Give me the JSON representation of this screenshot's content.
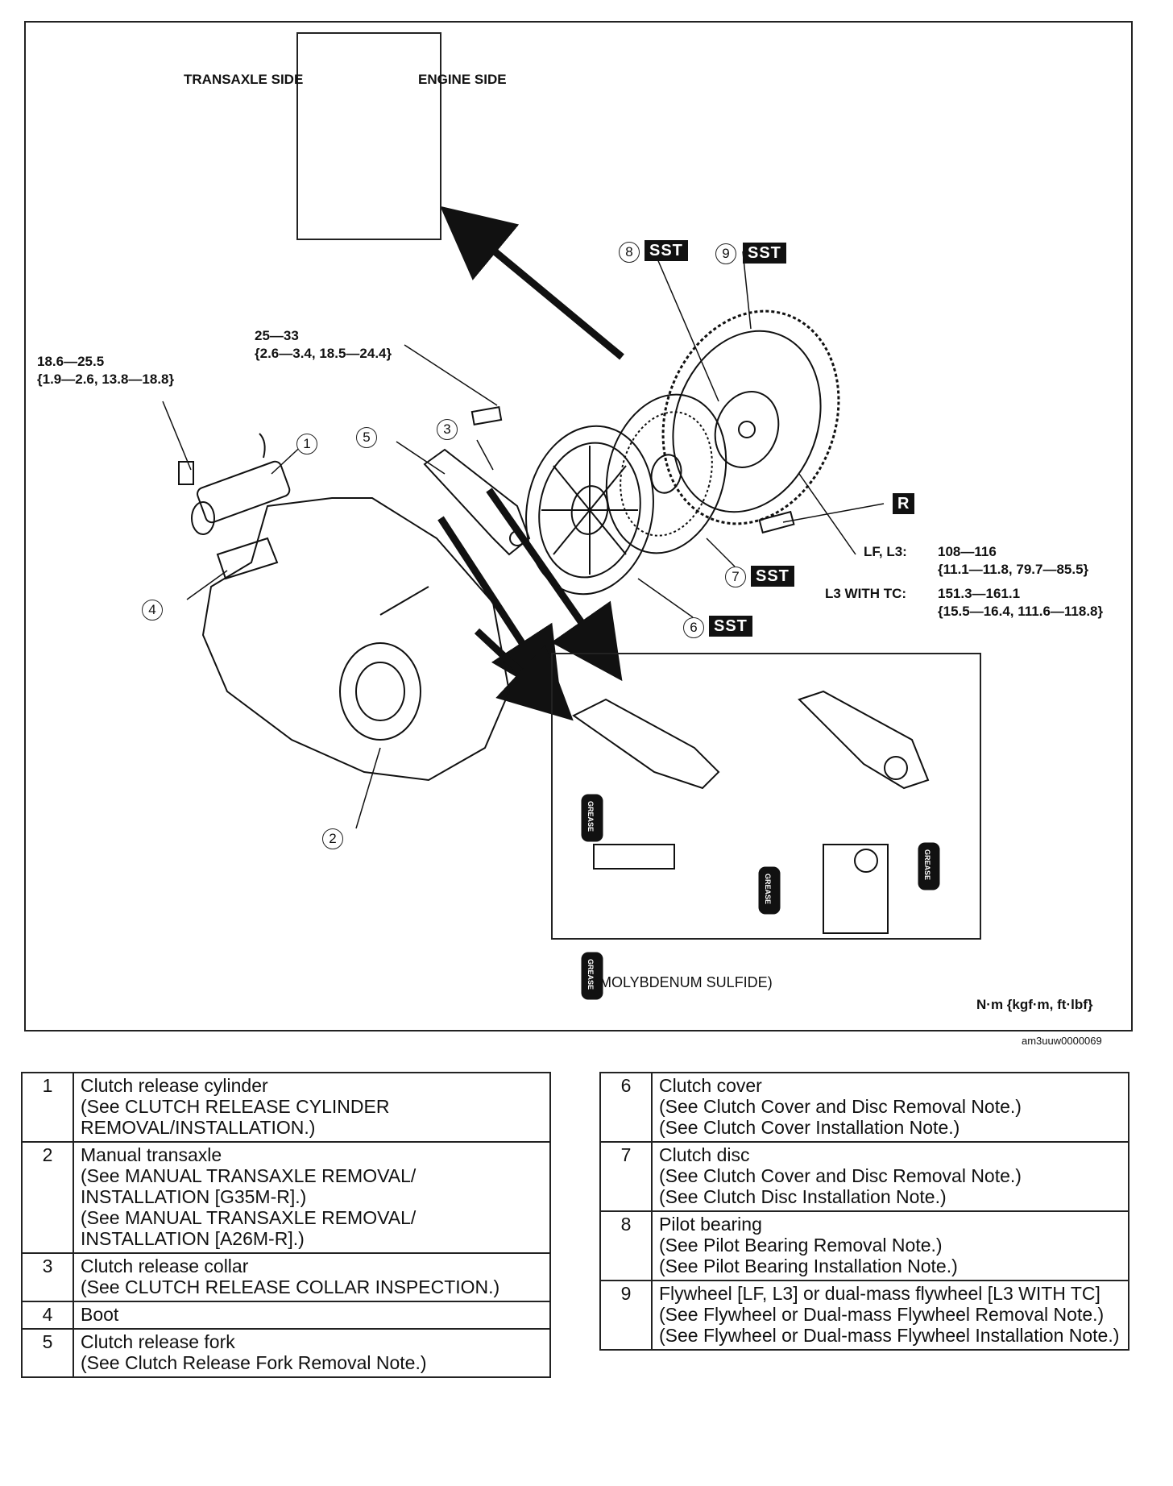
{
  "diagram": {
    "inset_top": {
      "left_label": "TRANSAXLE SIDE",
      "right_label": "ENGINE SIDE"
    },
    "torque_specs": {
      "release_cylinder_nm": "18.6—25.5",
      "release_cylinder_alt": "{1.9—2.6, 13.8—18.8}",
      "clutch_cover_nm": "25—33",
      "clutch_cover_alt": "{2.6—3.4, 18.5—24.4}",
      "flywheel_lf_l3_label": "LF, L3:",
      "flywheel_lf_l3_nm": "108—116",
      "flywheel_lf_l3_alt": "{11.1—11.8, 79.7—85.5}",
      "flywheel_l3tc_label": "L3 WITH TC:",
      "flywheel_l3tc_nm": "151.3—161.1",
      "flywheel_l3tc_alt": "{15.5—16.4, 111.6—118.8}"
    },
    "callouts": [
      "1",
      "2",
      "3",
      "4",
      "5",
      "6",
      "7",
      "8",
      "9"
    ],
    "sst_badge": "SST",
    "r_badge": "R",
    "grease_label": "GREASE",
    "molybdenum_note": "(MOLYBDENUM SULFIDE)",
    "units_note": "N·m {kgf·m, ft·lbf}",
    "figure_id": "am3uuw0000069"
  },
  "parts_left": [
    {
      "no": "1",
      "name": "Clutch release cylinder",
      "notes": [
        "(See CLUTCH RELEASE CYLINDER REMOVAL/INSTALLATION.)"
      ]
    },
    {
      "no": "2",
      "name": "Manual transaxle",
      "notes": [
        "(See MANUAL TRANSAXLE REMOVAL/ INSTALLATION [G35M-R].)",
        "(See MANUAL TRANSAXLE REMOVAL/ INSTALLATION [A26M-R].)"
      ]
    },
    {
      "no": "3",
      "name": "Clutch release collar",
      "notes": [
        "(See CLUTCH RELEASE COLLAR INSPECTION.)"
      ]
    },
    {
      "no": "4",
      "name": "Boot",
      "notes": []
    },
    {
      "no": "5",
      "name": "Clutch release fork",
      "notes": [
        "(See Clutch Release Fork Removal Note.)"
      ]
    }
  ],
  "parts_right": [
    {
      "no": "6",
      "name": "Clutch cover",
      "notes": [
        "(See Clutch Cover and Disc Removal Note.)",
        "(See Clutch Cover Installation Note.)"
      ]
    },
    {
      "no": "7",
      "name": "Clutch disc",
      "notes": [
        "(See Clutch Cover and Disc Removal Note.)",
        "(See Clutch Disc Installation Note.)"
      ]
    },
    {
      "no": "8",
      "name": "Pilot bearing",
      "notes": [
        "(See Pilot Bearing Removal Note.)",
        "(See Pilot Bearing Installation Note.)"
      ]
    },
    {
      "no": "9",
      "name": "Flywheel [LF, L3] or dual-mass flywheel [L3 WITH TC]",
      "notes": [
        "(See Flywheel or Dual-mass Flywheel Removal Note.)",
        "(See Flywheel or Dual-mass Flywheel Installation Note.)"
      ]
    }
  ]
}
